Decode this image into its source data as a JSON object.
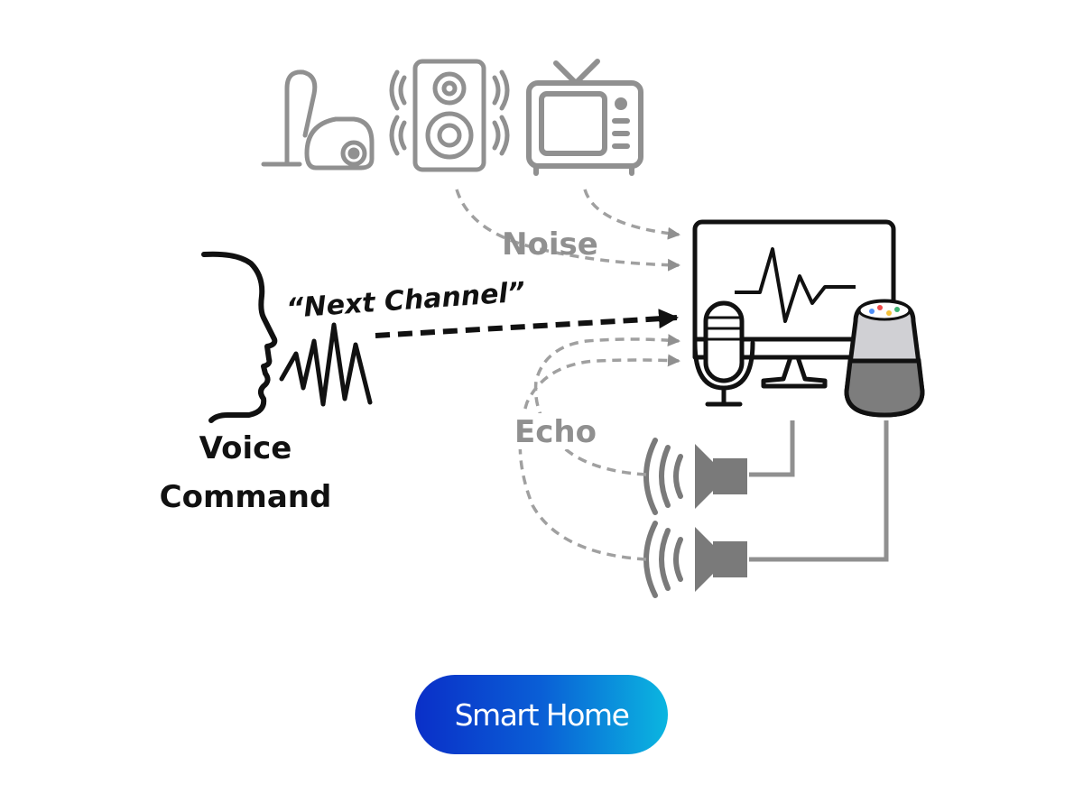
{
  "labels": {
    "noise": "Noise",
    "echo": "Echo",
    "command_quote": "“Next Channel”",
    "voice_line1": "Voice",
    "voice_line2": "Command"
  },
  "button": {
    "label": "Smart Home"
  },
  "colors": {
    "gray": "#909090",
    "dark_gray": "#7a7a7a",
    "black": "#111111",
    "button_start": "#0a2fc8",
    "button_end": "#0bb6e0"
  },
  "icons": [
    "vacuum-cleaner-icon",
    "stereo-speaker-icon",
    "television-icon",
    "human-face-icon",
    "voice-waveform-icon",
    "monitor-icon",
    "microphone-icon",
    "smart-speaker-icon",
    "loudspeaker-icon"
  ]
}
